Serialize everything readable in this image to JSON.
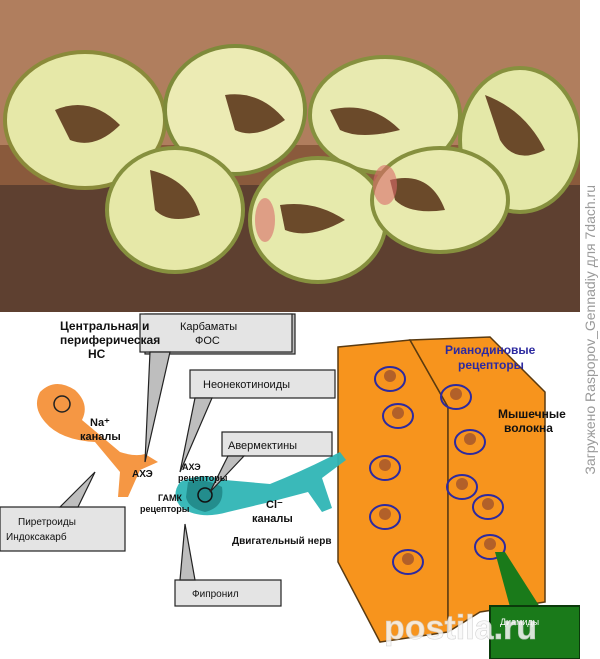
{
  "watermark": "Загружено Raspopov_Gennadiy для 7dach.ru",
  "diagram": {
    "cns_title_line1": "Центральная и",
    "cns_title_line2": "периферическая",
    "cns_title_line3": "НС",
    "na_label_line1": "Na⁺",
    "na_label_line2": "каналы",
    "ache_label": "АХЭ",
    "ach_receptors_line1": "АХЭ",
    "ach_receptors_line2": "рецепторы",
    "gaba_receptors_line1": "ГАМК",
    "gaba_receptors_line2": "рецепторы",
    "cl_channels_line1": "Cl⁻",
    "cl_channels_line2": "каналы",
    "motor_nerve": "Двигательный нерв",
    "ryanodine_line1": "Рианодиновые",
    "ryanodine_line2": "рецепторы",
    "muscle_line1": "Мышечные",
    "muscle_line2": "волокна",
    "callouts": {
      "carbamates_line1": "Карбаматы",
      "carbamates_line2": "ФОС",
      "neonicotinoids": "Неонекотиноиды",
      "avermectins": "Авермектины",
      "pyrethroids_line1": "Пиретроиды",
      "pyrethroids_line2": "Индоксакарб",
      "fipronil": "Фипронил"
    },
    "postila_logo": "postila.ru",
    "green_box_label": "Диамиды"
  },
  "colors": {
    "orange_neuron": "#f4913a",
    "teal_neuron": "#2fb5b5",
    "muscle": "#f7941d",
    "ring": "#2d2aa0",
    "callout": "#bebebe",
    "green_box": "#1a7a1a"
  }
}
